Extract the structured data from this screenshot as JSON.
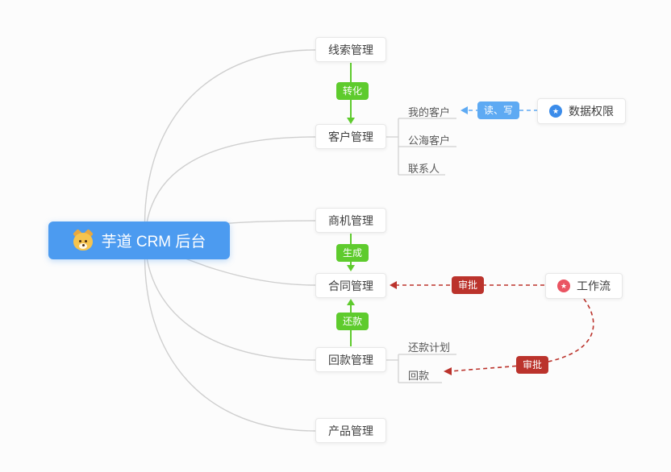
{
  "root": {
    "label": "芋道 CRM 后台"
  },
  "branches": [
    {
      "label": "线索管理"
    },
    {
      "label": "客户管理",
      "children": [
        "我的客户",
        "公海客户",
        "联系人"
      ]
    },
    {
      "label": "商机管理"
    },
    {
      "label": "合同管理"
    },
    {
      "label": "回款管理",
      "children": [
        "还款计划",
        "回款"
      ]
    },
    {
      "label": "产品管理"
    }
  ],
  "side_nodes": {
    "data_permission": {
      "label": "数据权限"
    },
    "workflow": {
      "label": "工作流"
    }
  },
  "edge_labels": {
    "convert": "转化",
    "generate": "生成",
    "repay": "还款",
    "read_write": "读、写",
    "approve_contract": "审批",
    "approve_receivable": "审批"
  },
  "icons": {
    "star": "★"
  },
  "colors": {
    "root_bg": "#4C9BF0",
    "green_badge": "#5ECB2D",
    "blue_badge": "#5EAAF3",
    "red_badge": "#BB332C",
    "data_permission_icon": "#3B8CEA",
    "workflow_icon": "#EA5462",
    "link_gray": "#CFCFCF"
  }
}
